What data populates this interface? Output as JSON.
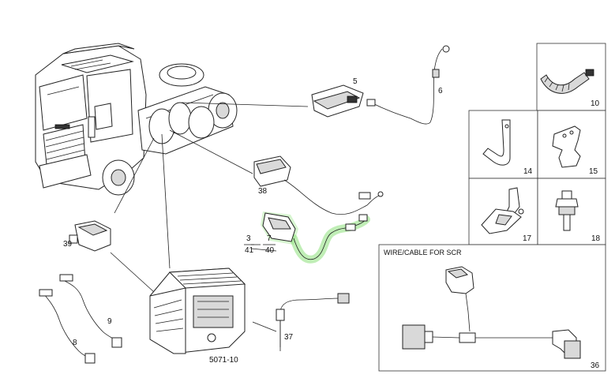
{
  "panels": {
    "wire_cable_title": "WIRE/CABLE FOR SCR"
  },
  "labels": {
    "p5": "5",
    "p6": "6",
    "p10": "10",
    "p14": "14",
    "p15": "15",
    "p38": "38",
    "p3": "3",
    "p41": "41",
    "p7": "7",
    "p40": "40",
    "p39": "39",
    "p17": "17",
    "p18": "18",
    "p9": "9",
    "p8": "8",
    "p5071": "5071-10",
    "p37": "37",
    "p36": "36"
  },
  "colors": {
    "highlight": "#8de07a",
    "line": "#222222"
  }
}
